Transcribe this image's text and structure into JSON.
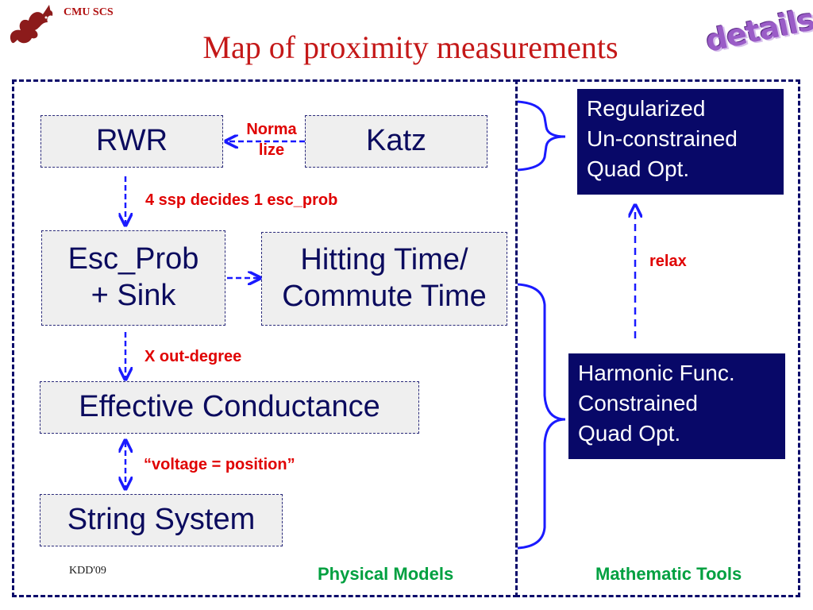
{
  "header": {
    "org": "CMU SCS",
    "title": "Map of proximity measurements",
    "details_label": "details"
  },
  "nodes": {
    "rwr": "RWR",
    "katz": "Katz",
    "esc_prob_line1": "Esc_Prob",
    "esc_prob_line2": "+ Sink",
    "hitting_line1": "Hitting Time/",
    "hitting_line2": "Commute Time",
    "effective": "Effective Conductance",
    "string": "String System"
  },
  "edge_labels": {
    "normalize_line1": "Norma",
    "normalize_line2": "lize",
    "ssp": "4 ssp decides 1 esc_prob",
    "out_degree": "X out-degree",
    "voltage": "“voltage = position”",
    "relax": "relax"
  },
  "math_boxes": {
    "regularized": [
      "Regularized",
      "Un-constrained",
      "Quad Opt."
    ],
    "harmonic": [
      "Harmonic Func.",
      "Constrained",
      "Quad Opt."
    ]
  },
  "footer": {
    "venue": "KDD'09",
    "physical": "Physical Models",
    "mathematic": "Mathematic Tools"
  },
  "colors": {
    "title": "#c41818",
    "navy": "#080868",
    "arrow": "#1a1aff",
    "red_label": "#e00000",
    "green_label": "#00a040"
  }
}
